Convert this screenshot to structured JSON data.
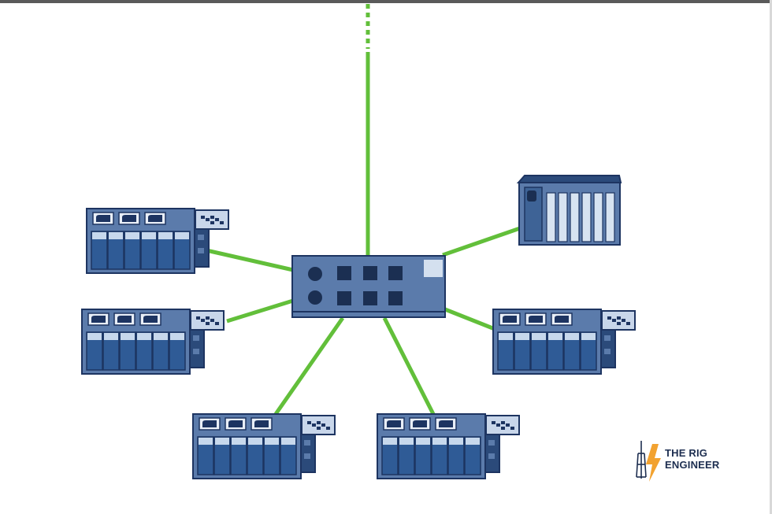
{
  "diagram": {
    "colors": {
      "link": "#62bf3a",
      "device_fill": "#5b7bab",
      "device_dark": "#1d3461",
      "module_fill": "#2f5b96",
      "module_light": "#c7d8ec",
      "port_fill": "#1b2f52",
      "panel_light": "#e8eef7"
    },
    "nodes": [
      {
        "id": "switch",
        "type": "network-switch",
        "icon": "ethernet-switch-icon"
      },
      {
        "id": "controller",
        "type": "plc-rack",
        "icon": "plc-rack-icon"
      },
      {
        "id": "io-left-top",
        "type": "io-module",
        "icon": "io-module-icon"
      },
      {
        "id": "io-left-mid",
        "type": "io-module",
        "icon": "io-module-icon"
      },
      {
        "id": "io-bottom-left",
        "type": "io-module",
        "icon": "io-module-icon"
      },
      {
        "id": "io-bottom-right",
        "type": "io-module",
        "icon": "io-module-icon"
      },
      {
        "id": "io-right-mid",
        "type": "io-module",
        "icon": "io-module-icon"
      }
    ],
    "links": [
      {
        "from": "uplink",
        "to": "switch",
        "style": "dashed-then-solid"
      },
      {
        "from": "switch",
        "to": "controller"
      },
      {
        "from": "switch",
        "to": "io-left-top"
      },
      {
        "from": "switch",
        "to": "io-left-mid"
      },
      {
        "from": "switch",
        "to": "io-bottom-left"
      },
      {
        "from": "switch",
        "to": "io-bottom-right"
      },
      {
        "from": "switch",
        "to": "io-right-mid"
      }
    ]
  },
  "brand": {
    "line1": "THE RIG",
    "line2": "ENGINEER",
    "icon": "oil-rig-lightning-icon",
    "accent_color": "#f2a230",
    "text_color": "#1d2e50"
  }
}
